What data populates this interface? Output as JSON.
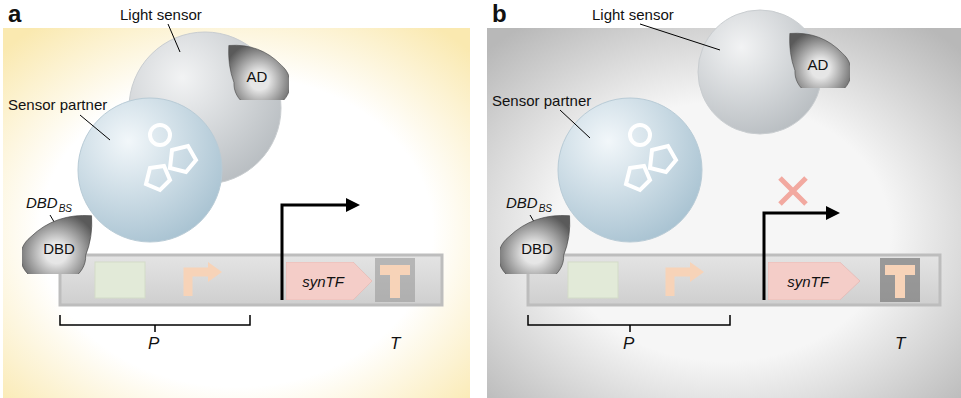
{
  "diagram": {
    "nodes": [
      {
        "text": [
          "AD"
        ]
      },
      {
        "text": [
          "DBD"
        ]
      },
      {
        "text": [
          "synTF"
        ]
      },
      {
        "text": [
          "AD"
        ]
      },
      {
        "text": [
          "DBD"
        ]
      },
      {
        "text": [
          "synTF"
        ]
      }
    ],
    "labels": [
      "a",
      "Light sensor",
      "Sensor partner",
      "DBD",
      "BS",
      "P",
      "T",
      "b",
      "Light sensor",
      "Sensor partner",
      "DBD",
      "BS",
      "P",
      "T"
    ]
  }
}
